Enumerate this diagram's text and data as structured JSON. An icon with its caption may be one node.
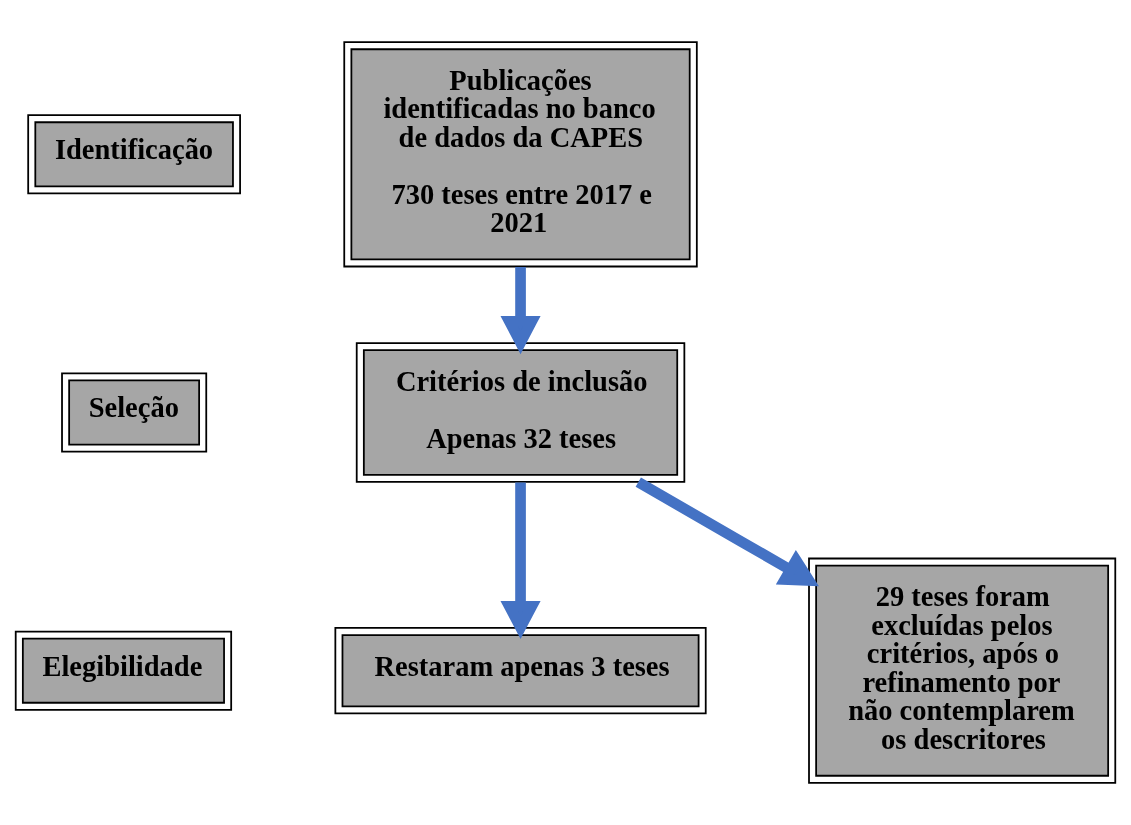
{
  "diagram": {
    "nodes": [
      {
        "text": [
          "Identificação"
        ]
      },
      {
        "text": [
          "Publicações identificadas no banco de dados da CAPES",
          "730 teses entre 2017 e 2021"
        ]
      },
      {
        "text": [
          "Seleção"
        ]
      },
      {
        "text": [
          "Critérios de inclusão",
          "Apenas 32 teses"
        ]
      },
      {
        "text": [
          "Elegibilidade"
        ]
      },
      {
        "text": [
          "Restaram apenas 3 teses"
        ]
      },
      {
        "text": [
          "29 teses foram excluídas pelos critérios, após o refinamento por não contemplarem os descritores"
        ]
      }
    ],
    "edges": [
      {
        "from": 1,
        "to": 3,
        "arrow": "to"
      },
      {
        "from": 3,
        "to": 5,
        "arrow": "to"
      },
      {
        "from": 3,
        "to": 6,
        "arrow": "to"
      }
    ]
  }
}
